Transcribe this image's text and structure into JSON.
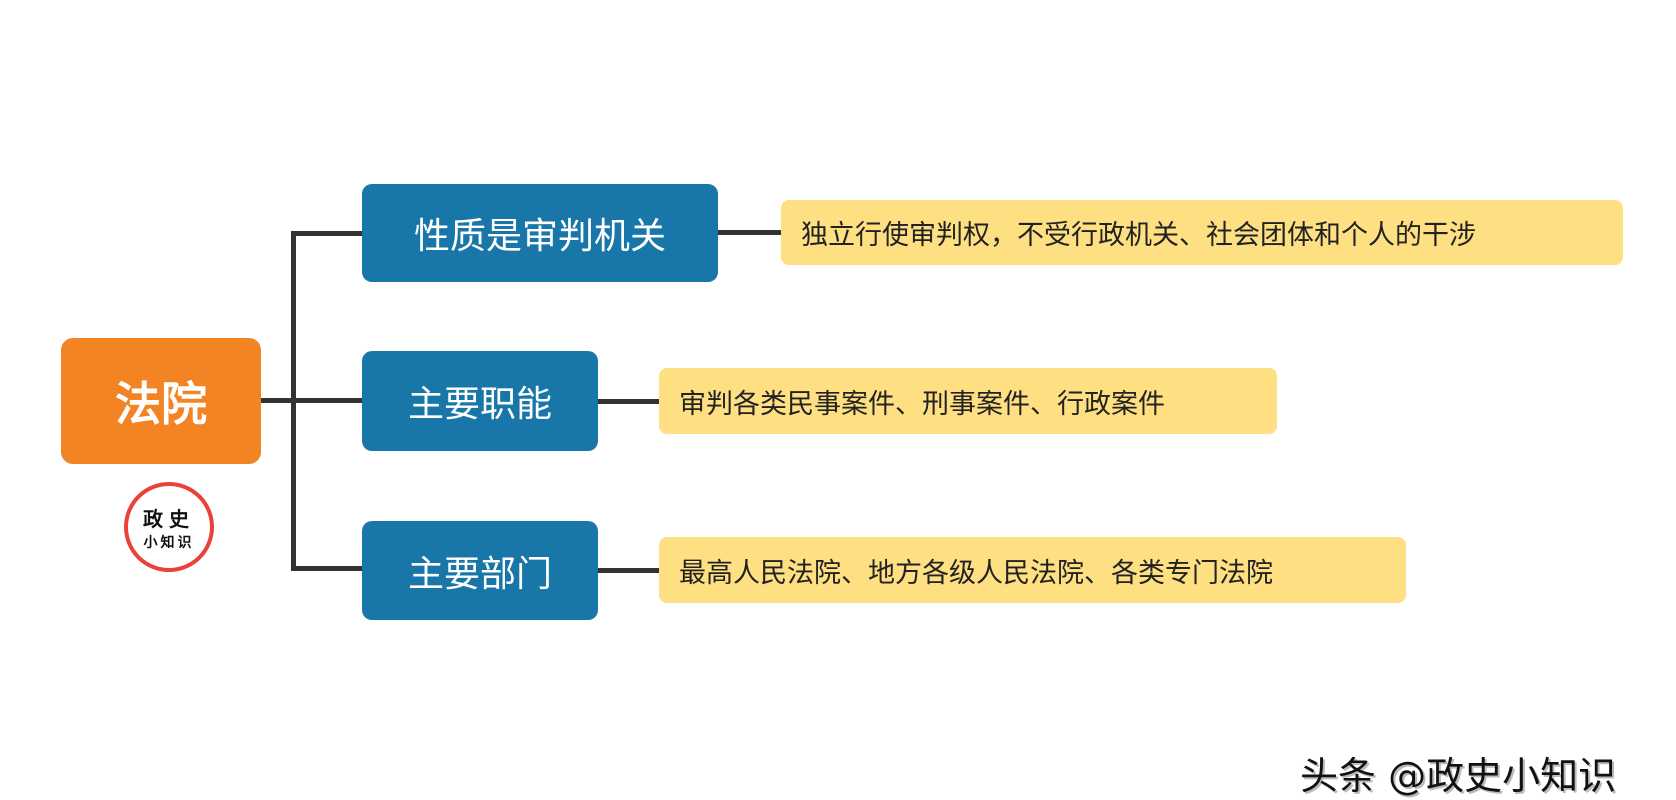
{
  "root": {
    "label": "法院",
    "color": "#f28423"
  },
  "logo": {
    "line1": "政史",
    "line2": "小知识"
  },
  "branches": [
    {
      "label": "性质是审判机关",
      "detail": "独立行使审判权，不受行政机关、社会团体和个人的干涉"
    },
    {
      "label": "主要职能",
      "detail": "审判各类民事案件、刑事案件、行政案件"
    },
    {
      "label": "主要部门",
      "detail": "最高人民法院、地方各级人民法院、各类专门法院"
    }
  ],
  "watermark": "头条 @政史小知识",
  "colors": {
    "branch": "#1877a8",
    "detail": "#fee083",
    "connector": "#333333"
  }
}
